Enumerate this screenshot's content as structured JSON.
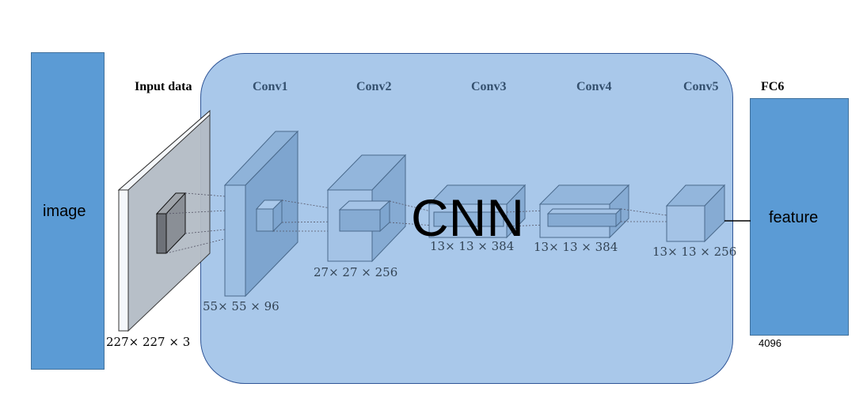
{
  "left_block": {
    "label": "image",
    "color": "#5b9bd5"
  },
  "right_block": {
    "label": "feature",
    "color": "#5b9bd5"
  },
  "cnn_panel": {
    "label": "CNN",
    "fill": "#a9c8ea",
    "stroke": "#2f5597"
  },
  "headers": {
    "input": "Input data",
    "conv1": "Conv1",
    "conv2": "Conv2",
    "conv3": "Conv3",
    "conv4": "Conv4",
    "conv5": "Conv5",
    "fc6": "FC6"
  },
  "dims": {
    "input": "227× 227 × 3",
    "conv1": "55× 55 × 96",
    "conv2": "27× 27 × 256",
    "conv3": "13× 13 × 384",
    "conv4": "13× 13 × 384",
    "conv5": "13× 13 × 256",
    "fc6": "4096"
  }
}
